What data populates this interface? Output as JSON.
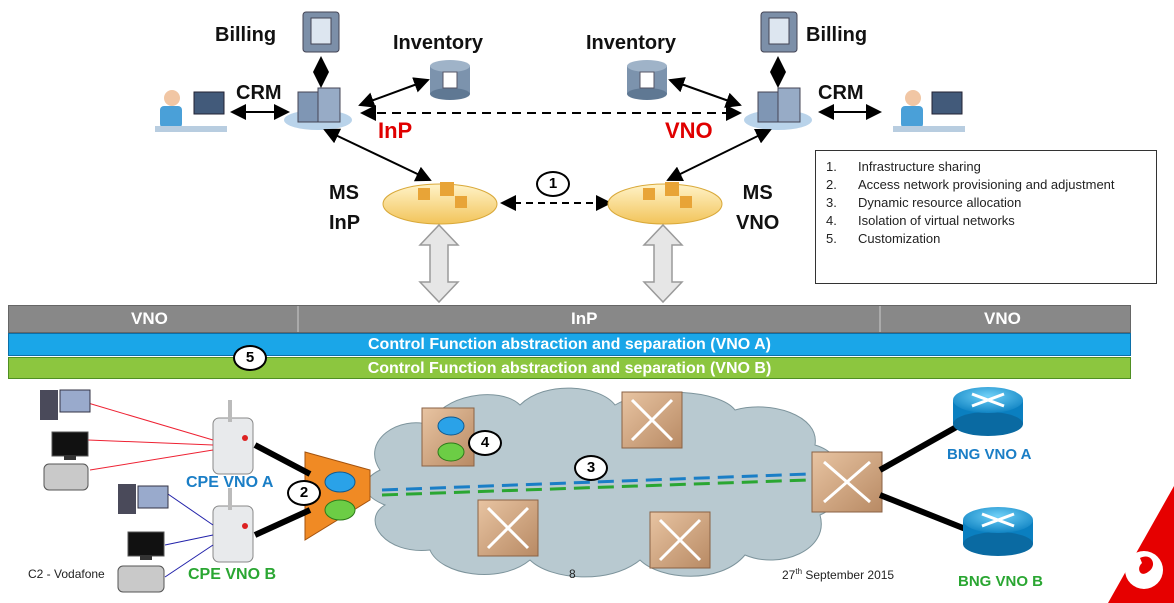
{
  "labels": {
    "billing_left": "Billing",
    "billing_right": "Billing",
    "inventory_left": "Inventory",
    "inventory_right": "Inventory",
    "crm_left": "CRM",
    "crm_right": "CRM",
    "inp": "InP",
    "vno": "VNO",
    "ms": "MS",
    "ms_inp": "InP",
    "ms_vno": "VNO"
  },
  "legend": [
    {
      "num": "1.",
      "text": "Infrastructure sharing"
    },
    {
      "num": "2.",
      "text": "Access network provisioning and adjustment"
    },
    {
      "num": "3.",
      "text": "Dynamic resource allocation"
    },
    {
      "num": "4.",
      "text": "Isolation of virtual networks"
    },
    {
      "num": "5.",
      "text": "Customization"
    }
  ],
  "bars": {
    "vno_left": "VNO",
    "inp": "InP",
    "vno_right": "VNO",
    "control_a": "Control Function abstraction and separation (VNO A)",
    "control_b": "Control Function abstraction and separation (VNO B)"
  },
  "markers": {
    "m1": "1",
    "m2": "2",
    "m3": "3",
    "m4": "4",
    "m5": "5"
  },
  "network": {
    "cpe_a": "CPE VNO A",
    "cpe_b": "CPE VNO B",
    "bng_a": "BNG VNO A",
    "bng_b": "BNG VNO B"
  },
  "footer": {
    "left": "C2 - Vodafone",
    "page": "8",
    "date_day": "27",
    "date_sup": "th",
    "date_rest": " September 2015"
  },
  "colors": {
    "red": "#e00000",
    "blue_bar": "#1aa6e8",
    "green_bar": "#8cc63f",
    "cloud": "#b8c9d0",
    "vodafone": "#e60000",
    "vno_a_text": "#1a7ec6",
    "vno_b_text": "#2aa632"
  }
}
